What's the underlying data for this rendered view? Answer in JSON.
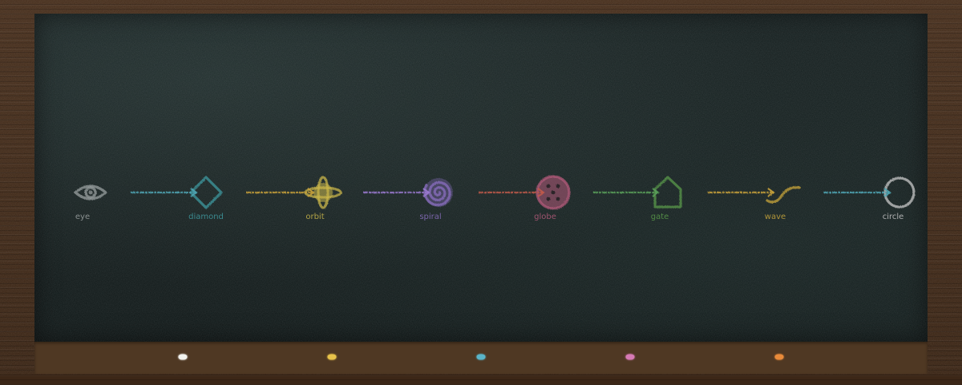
{
  "sequence": [
    {
      "label": "eye",
      "icon": "eye-icon",
      "color": "#9aa0a0",
      "arrow_color": null
    },
    {
      "label": "diamond",
      "icon": "diamond-icon",
      "color": "#3f9aa0",
      "arrow_color": "#4fa6b4"
    },
    {
      "label": "orbit",
      "icon": "orbit-icon",
      "color": "#c9b64a",
      "arrow_color": "#c8a23a"
    },
    {
      "label": "spiral",
      "icon": "spiral-icon",
      "color": "#8a6fc0",
      "arrow_color": "#9a7ad0"
    },
    {
      "label": "globe",
      "icon": "globe-icon",
      "color": "#b25a7a",
      "arrow_color": "#c05a4a"
    },
    {
      "label": "gate",
      "icon": "gate-icon",
      "color": "#5a9a4a",
      "arrow_color": "#5aa05a"
    },
    {
      "label": "wave",
      "icon": "wave-icon",
      "color": "#c8a63a",
      "arrow_color": "#c8a23a"
    },
    {
      "label": "circle",
      "icon": "circle-icon",
      "color": "#c8c8c8",
      "arrow_color": "#4fa6b4"
    }
  ],
  "chalk_pieces": [
    {
      "name": "chalk-white",
      "color": "#f2f2ee"
    },
    {
      "name": "chalk-yellow",
      "color": "#e8c24a"
    },
    {
      "name": "chalk-blue",
      "color": "#5ab4c8"
    },
    {
      "name": "chalk-pink",
      "color": "#d67ab4"
    },
    {
      "name": "chalk-orange",
      "color": "#e88a3a"
    }
  ]
}
